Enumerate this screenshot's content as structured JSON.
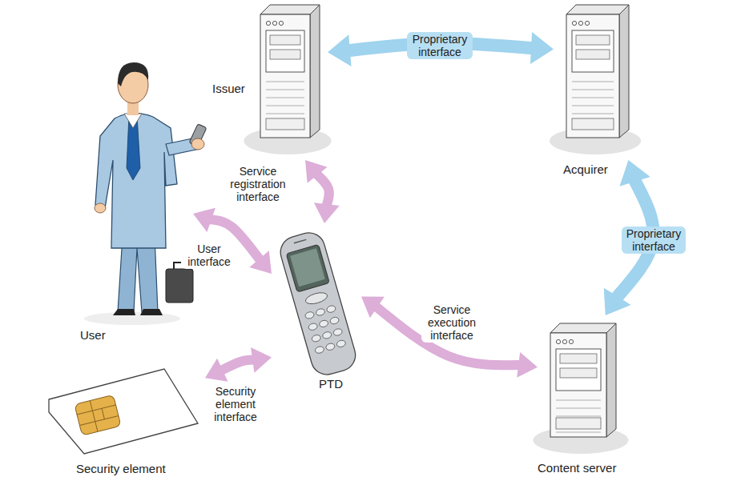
{
  "diagram": {
    "nodes": [
      {
        "text": [
          "Issuer"
        ]
      },
      {
        "text": [
          "Acquirer"
        ]
      },
      {
        "text": [
          "User"
        ]
      },
      {
        "text": [
          "PTD"
        ]
      },
      {
        "text": [
          "Content server"
        ]
      },
      {
        "text": [
          "Security element"
        ]
      }
    ],
    "edges": [
      {
        "from": 0,
        "to": 1,
        "label": "Proprietary interface",
        "arrow": "both"
      },
      {
        "from": 1,
        "to": 4,
        "label": "Proprietary interface",
        "arrow": "both"
      },
      {
        "from": 2,
        "to": 3,
        "label": "User interface",
        "arrow": "both"
      },
      {
        "from": 0,
        "to": 3,
        "label": "Service registration interface",
        "arrow": "both"
      },
      {
        "from": 3,
        "to": 4,
        "label": "Service execution interface",
        "arrow": "both"
      },
      {
        "from": 3,
        "to": 5,
        "label": "Security element interface",
        "arrow": "both"
      }
    ]
  }
}
